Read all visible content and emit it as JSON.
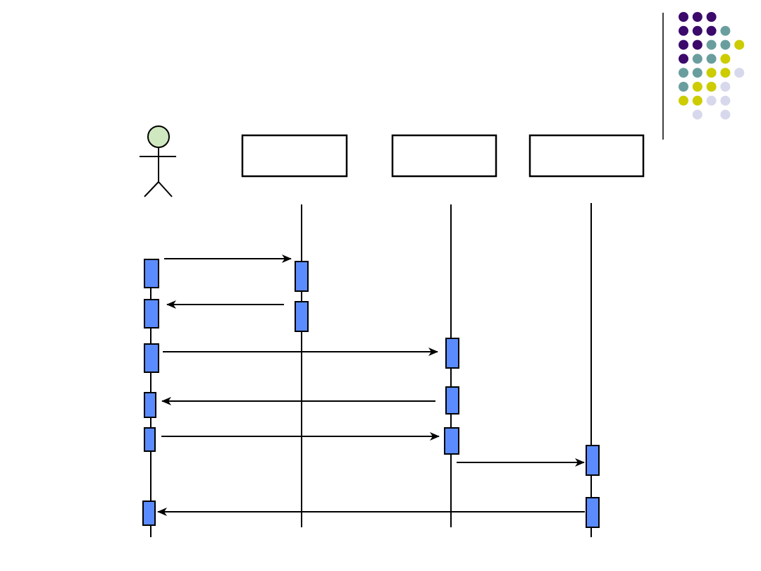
{
  "diagram": {
    "type": "sequence",
    "actor": {
      "name": ""
    },
    "objects": [
      {
        "id": "obj1",
        "label": ""
      },
      {
        "id": "obj2",
        "label": ""
      },
      {
        "id": "obj3",
        "label": ""
      }
    ],
    "messages": [
      {
        "from": "actor",
        "to": "obj1",
        "label": ""
      },
      {
        "from": "obj1",
        "to": "actor",
        "label": ""
      },
      {
        "from": "actor",
        "to": "obj2",
        "label": ""
      },
      {
        "from": "obj2",
        "to": "actor",
        "label": ""
      },
      {
        "from": "actor",
        "to": "obj2",
        "label": ""
      },
      {
        "from": "obj2",
        "to": "obj3",
        "label": ""
      },
      {
        "from": "obj3",
        "to": "actor",
        "label": ""
      }
    ]
  },
  "colors": {
    "activation_fill": "#5b8cff",
    "actor_head": "#cfe8c0",
    "dot_purple": "#3b0a6b",
    "dot_teal": "#6a9e9e",
    "dot_yellow": "#cccc00",
    "dot_lavender": "#d8d8ec",
    "line": "#000000"
  },
  "decoration": {
    "dot_grid_rows": [
      [
        "purple",
        "purple",
        "purple",
        "none",
        "none"
      ],
      [
        "purple",
        "purple",
        "purple",
        "teal",
        "none"
      ],
      [
        "purple",
        "purple",
        "teal",
        "teal",
        "yellow"
      ],
      [
        "purple",
        "teal",
        "teal",
        "yellow",
        "none"
      ],
      [
        "teal",
        "teal",
        "yellow",
        "yellow",
        "lavender"
      ],
      [
        "teal",
        "yellow",
        "yellow",
        "lavender",
        "none"
      ],
      [
        "yellow",
        "yellow",
        "lavender",
        "lavender",
        "none"
      ],
      [
        "none",
        "lavender",
        "none",
        "lavender",
        "none"
      ]
    ]
  }
}
